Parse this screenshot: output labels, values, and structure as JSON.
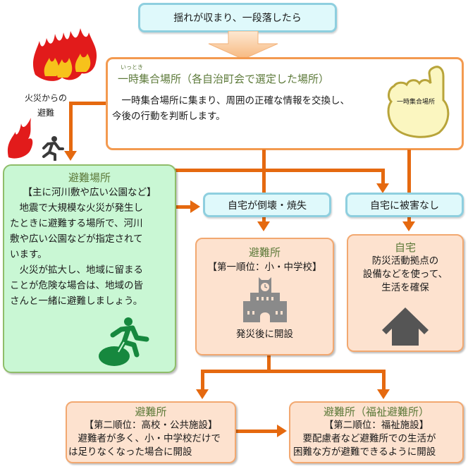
{
  "top_banner": {
    "text": "揺れが収まり、一段落したら"
  },
  "fire_evacuation": {
    "label_line1": "火災からの",
    "label_line2": "避難"
  },
  "temporary_assembly": {
    "ruby": "いっとき",
    "title": "一時集合場所（各自治町会で選定した場所）",
    "body_line1": "　一時集合場所に集まり、周囲の正確な情報を交換し、",
    "body_line2": "今後の行動を判断します。",
    "hand_label": "一時集合場所"
  },
  "evacuation_area": {
    "title": "避難場所",
    "subtitle": "【主に河川敷や広い公園など】",
    "lines": [
      "　地震で大規模な火災が発生し",
      "たときに避難する場所で、河川",
      "敷や広い公園などが指定されて",
      "います。",
      "　火災が拡大し、地域に留まる",
      "ことが危険な場合は、地域の皆",
      "さんと一緒に避難しましょう。"
    ]
  },
  "house_destroyed": {
    "text": "自宅が倒壊・焼失"
  },
  "no_damage": {
    "text": "自宅に被害なし"
  },
  "shelter_primary": {
    "title": "避難所",
    "subtitle": "【第一順位：小・中学校】",
    "note": "発災後に開設"
  },
  "home": {
    "title": "自宅",
    "lines": [
      "防災活動拠点の",
      "設備などを使って、",
      "生活を確保"
    ]
  },
  "shelter_secondary": {
    "title": "避難所",
    "subtitle": "【第二順位：高校・公共施設】",
    "lines": [
      "　避難者が多く、小・中学校だけで",
      "は足りなくなった場合に開設"
    ]
  },
  "welfare_shelter": {
    "title": "避難所（福祉避難所）",
    "subtitle": "【第二順位：福祉施設】",
    "lines": [
      "　要配慮者など避難所での生活が",
      "困難な方が避難できるように開設"
    ]
  },
  "colors": {
    "arrow": "#e5690f",
    "blue_box_fill": "#dff9fb",
    "blue_box_border": "#8ecfdf",
    "peach_fill": "#fde2cf",
    "green_fill": "#c9f7d4",
    "title_green": "#5d7a3a"
  }
}
